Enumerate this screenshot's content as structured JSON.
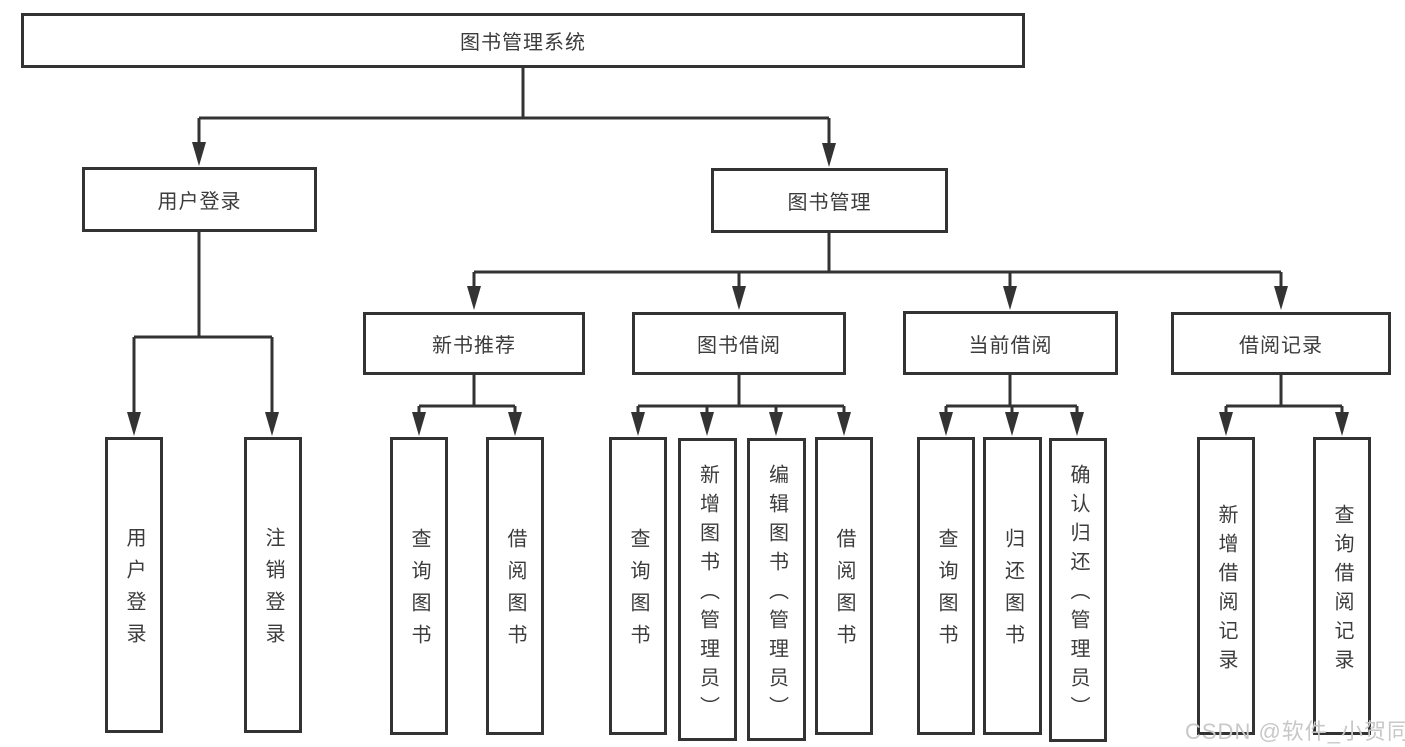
{
  "nodes": {
    "root": "图书管理系统",
    "user_login": "用户登录",
    "book_mgmt": "图书管理",
    "new_books": "新书推荐",
    "book_borrow": "图书借阅",
    "current_borrow": "当前借阅",
    "borrow_records": "借阅记录",
    "leaf_user_login": "用户登录",
    "leaf_logout": "注销登录",
    "leaf_nb_query": "查询图书",
    "leaf_nb_borrow": "借阅图书",
    "leaf_bb_query": "查询图书",
    "leaf_bb_add": "新增图书（管理员）",
    "leaf_bb_edit": "编辑图书（管理员）",
    "leaf_bb_borrow": "借阅图书",
    "leaf_cb_query": "查询图书",
    "leaf_cb_return": "归还图书",
    "leaf_cb_confirm": "确认归还（管理员）",
    "leaf_rec_add": "新增借阅记录",
    "leaf_rec_query": "查询借阅记录"
  },
  "watermark": "CSDN @软件_小贺同学",
  "colors": {
    "line": "#333333",
    "text": "#3c3c3c",
    "watermark": "#c8c8c8",
    "background": "#ffffff"
  }
}
